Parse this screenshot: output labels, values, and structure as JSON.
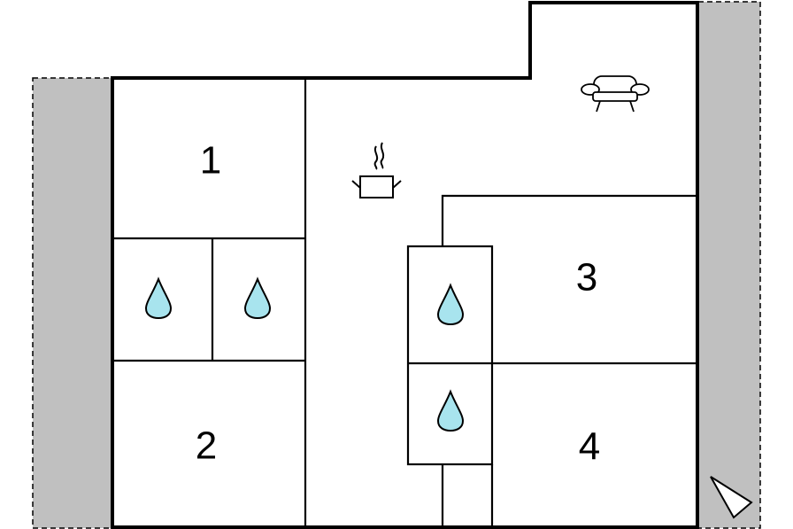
{
  "colors": {
    "background": "#ffffff",
    "wall": "#000000",
    "terrace": "#c0c0c0",
    "water_fill": "#a8e4ee"
  },
  "rooms": [
    {
      "number": "1"
    },
    {
      "number": "2"
    },
    {
      "number": "3"
    },
    {
      "number": "4"
    }
  ],
  "icons": {
    "bathroom": "water-drop-icon",
    "kitchen": "cooking-pot-icon",
    "living": "sofa-icon",
    "orientation": "compass-arrow-icon"
  }
}
